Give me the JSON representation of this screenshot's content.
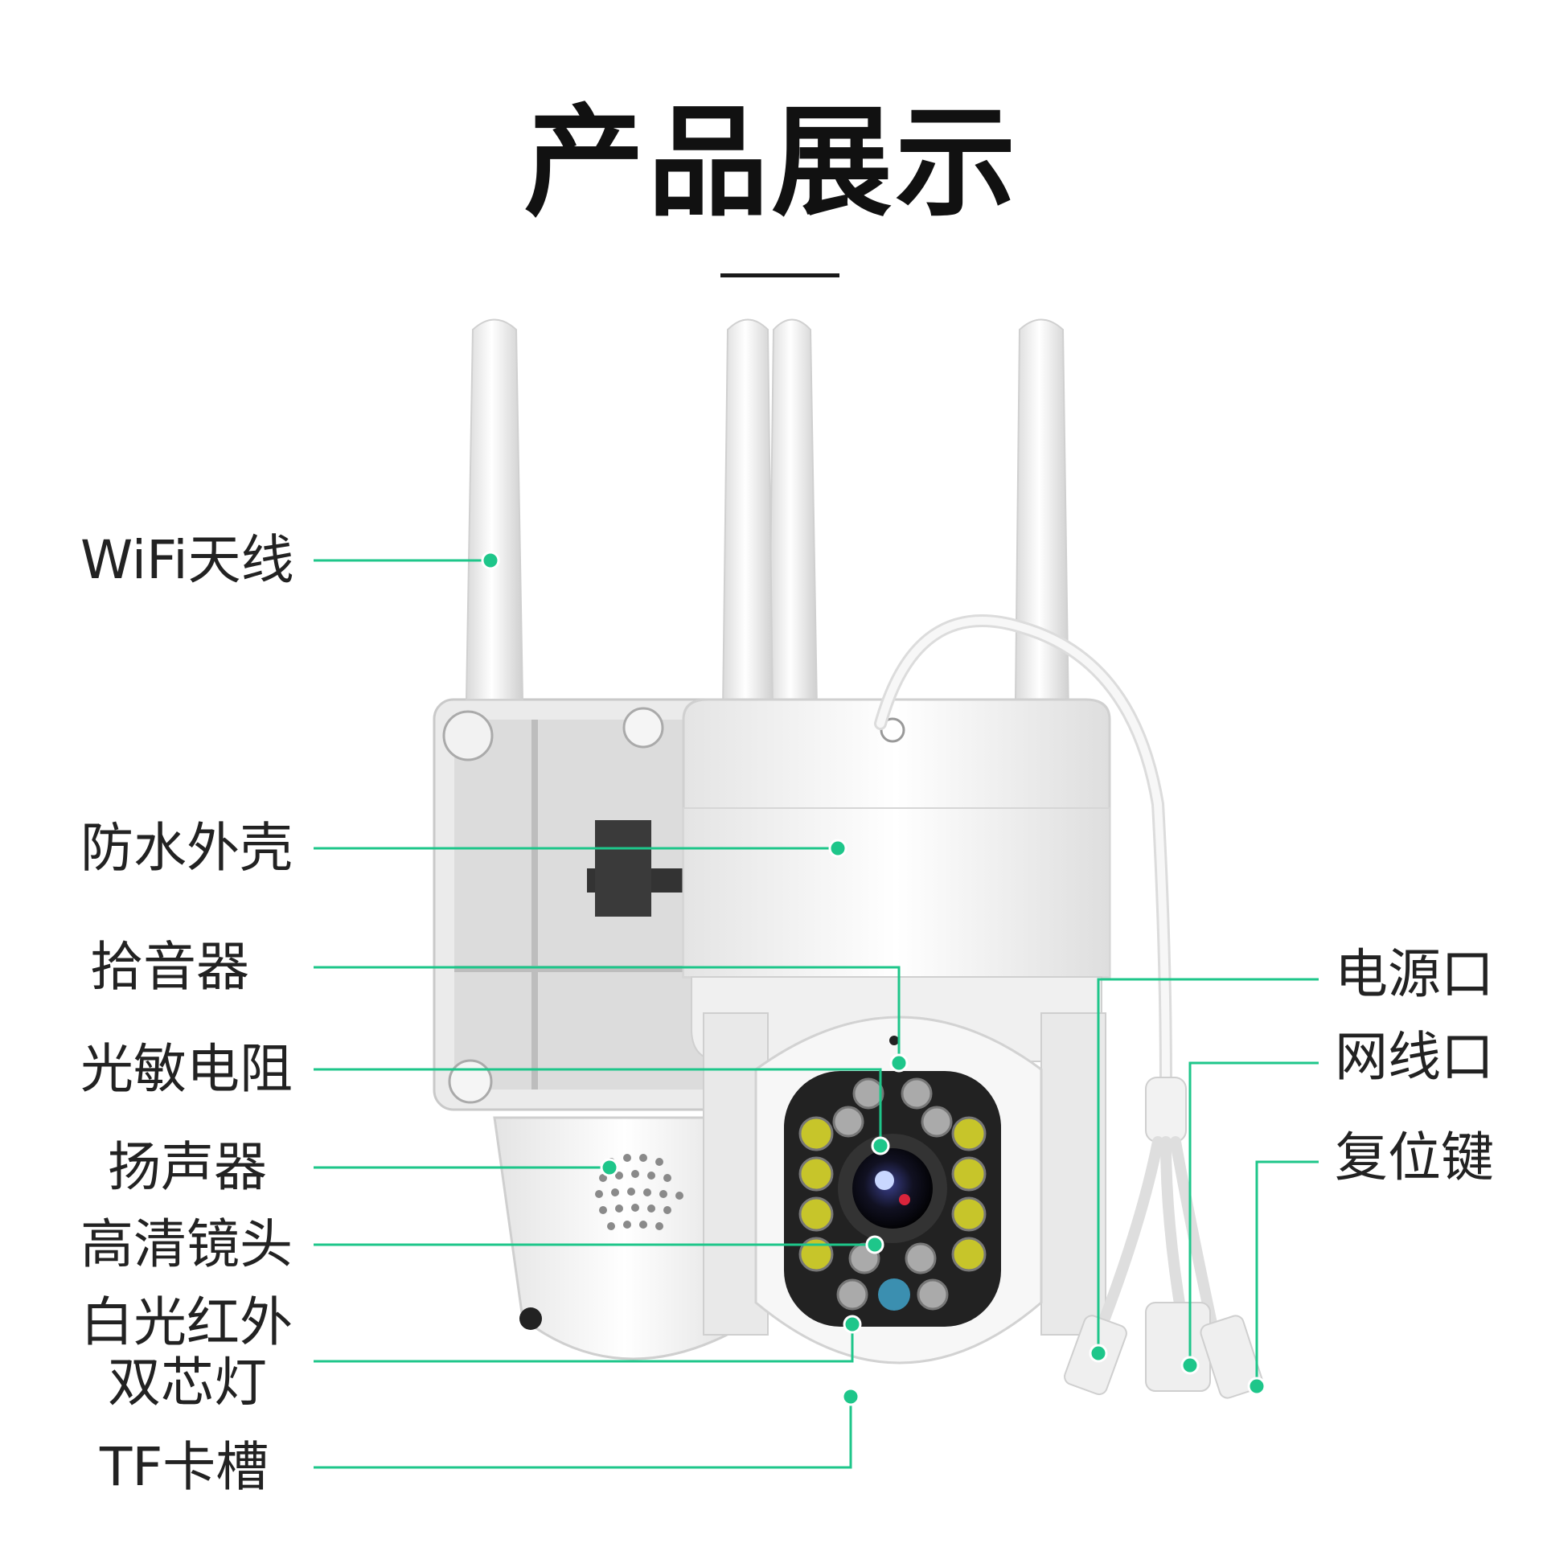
{
  "title": "产品展示",
  "accent_color": "#1ec68a",
  "labels": {
    "wifi_antenna": "WiFi天线",
    "waterproof_shell": "防水外壳",
    "microphone": "拾音器",
    "photoresistor": "光敏电阻",
    "speaker": "扬声器",
    "hd_lens": "高清镜头",
    "dual_light_line1": "白光红外",
    "dual_light_line2": "双芯灯",
    "tf_slot": "TF卡槽",
    "power_port": "电源口",
    "network_port": "网线口",
    "reset_button": "复位键"
  }
}
